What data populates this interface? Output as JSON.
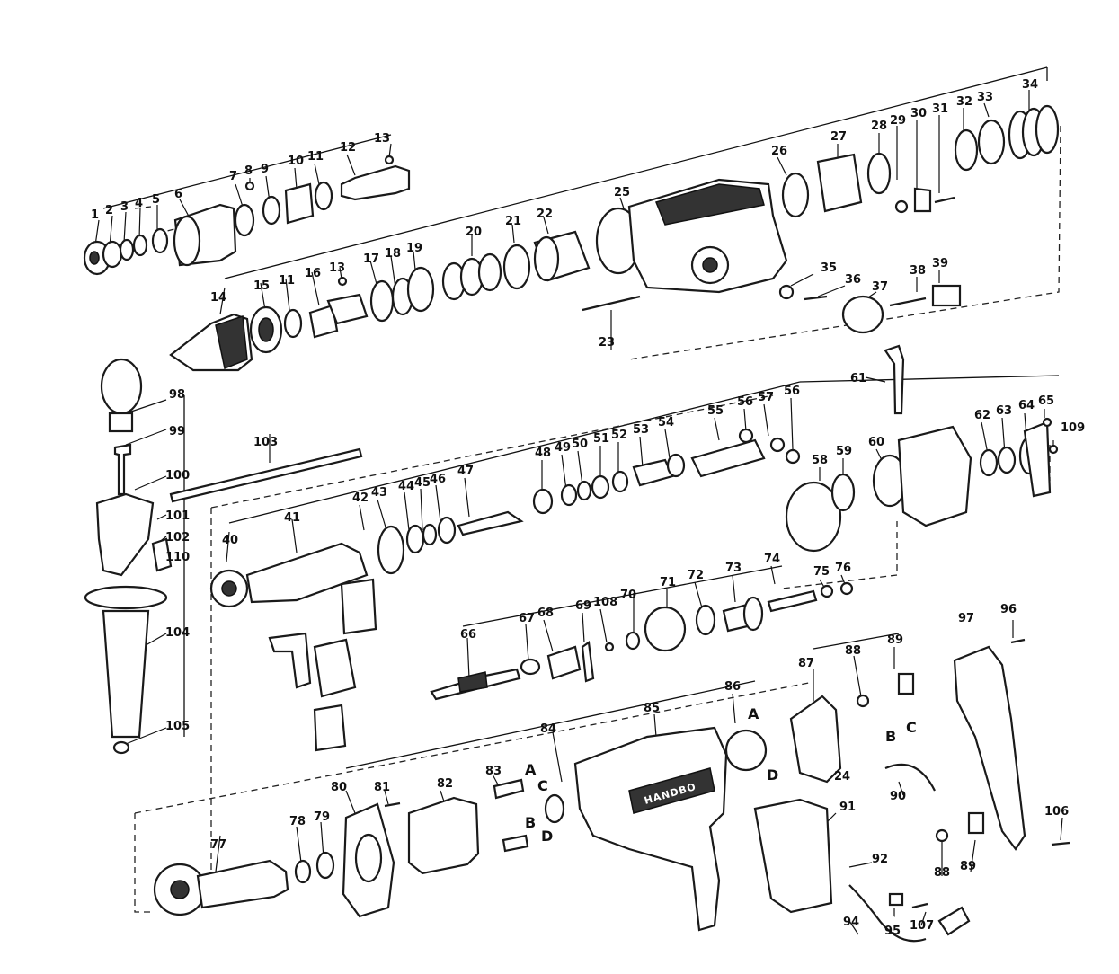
{
  "brand": "HANDBO",
  "callouts": [
    {
      "id": "c1",
      "text": "1"
    },
    {
      "id": "c2",
      "text": "2"
    },
    {
      "id": "c3",
      "text": "3"
    },
    {
      "id": "c4",
      "text": "4"
    },
    {
      "id": "c5",
      "text": "5"
    },
    {
      "id": "c6",
      "text": "6"
    },
    {
      "id": "c7",
      "text": "7"
    },
    {
      "id": "c8",
      "text": "8"
    },
    {
      "id": "c9",
      "text": "9"
    },
    {
      "id": "c10",
      "text": "10"
    },
    {
      "id": "c11",
      "text": "11"
    },
    {
      "id": "c12",
      "text": "12"
    },
    {
      "id": "c13",
      "text": "13"
    },
    {
      "id": "c14",
      "text": "14"
    },
    {
      "id": "c15",
      "text": "15"
    },
    {
      "id": "c11b",
      "text": "11"
    },
    {
      "id": "c16",
      "text": "16"
    },
    {
      "id": "c13b",
      "text": "13"
    },
    {
      "id": "c17",
      "text": "17"
    },
    {
      "id": "c18",
      "text": "18"
    },
    {
      "id": "c19",
      "text": "19"
    },
    {
      "id": "c20",
      "text": "20"
    },
    {
      "id": "c21",
      "text": "21"
    },
    {
      "id": "c22",
      "text": "22"
    },
    {
      "id": "c23",
      "text": "23"
    },
    {
      "id": "c24",
      "text": "24"
    },
    {
      "id": "c25",
      "text": "25"
    },
    {
      "id": "c26",
      "text": "26"
    },
    {
      "id": "c27",
      "text": "27"
    },
    {
      "id": "c28",
      "text": "28"
    },
    {
      "id": "c29",
      "text": "29"
    },
    {
      "id": "c30",
      "text": "30"
    },
    {
      "id": "c31",
      "text": "31"
    },
    {
      "id": "c32",
      "text": "32"
    },
    {
      "id": "c33",
      "text": "33"
    },
    {
      "id": "c34",
      "text": "34"
    },
    {
      "id": "c35",
      "text": "35"
    },
    {
      "id": "c36",
      "text": "36"
    },
    {
      "id": "c37",
      "text": "37"
    },
    {
      "id": "c38",
      "text": "38"
    },
    {
      "id": "c39",
      "text": "39"
    },
    {
      "id": "c40",
      "text": "40"
    },
    {
      "id": "c41",
      "text": "41"
    },
    {
      "id": "c42",
      "text": "42"
    },
    {
      "id": "c43",
      "text": "43"
    },
    {
      "id": "c44",
      "text": "44"
    },
    {
      "id": "c45",
      "text": "45"
    },
    {
      "id": "c46",
      "text": "46"
    },
    {
      "id": "c47",
      "text": "47"
    },
    {
      "id": "c48",
      "text": "48"
    },
    {
      "id": "c49",
      "text": "49"
    },
    {
      "id": "c50",
      "text": "50"
    },
    {
      "id": "c51",
      "text": "51"
    },
    {
      "id": "c52",
      "text": "52"
    },
    {
      "id": "c53",
      "text": "53"
    },
    {
      "id": "c54",
      "text": "54"
    },
    {
      "id": "c55",
      "text": "55"
    },
    {
      "id": "c56",
      "text": "56"
    },
    {
      "id": "c57",
      "text": "57"
    },
    {
      "id": "c56b",
      "text": "56"
    },
    {
      "id": "c58",
      "text": "58"
    },
    {
      "id": "c59",
      "text": "59"
    },
    {
      "id": "c60",
      "text": "60"
    },
    {
      "id": "c61",
      "text": "61"
    },
    {
      "id": "c62",
      "text": "62"
    },
    {
      "id": "c63",
      "text": "63"
    },
    {
      "id": "c64",
      "text": "64"
    },
    {
      "id": "c65",
      "text": "65"
    },
    {
      "id": "c66",
      "text": "66"
    },
    {
      "id": "c67",
      "text": "67"
    },
    {
      "id": "c68",
      "text": "68"
    },
    {
      "id": "c69",
      "text": "69"
    },
    {
      "id": "c108",
      "text": "108"
    },
    {
      "id": "c70",
      "text": "70"
    },
    {
      "id": "c71",
      "text": "71"
    },
    {
      "id": "c72",
      "text": "72"
    },
    {
      "id": "c73",
      "text": "73"
    },
    {
      "id": "c74",
      "text": "74"
    },
    {
      "id": "c75",
      "text": "75"
    },
    {
      "id": "c76",
      "text": "76"
    },
    {
      "id": "c77",
      "text": "77"
    },
    {
      "id": "c78",
      "text": "78"
    },
    {
      "id": "c79",
      "text": "79"
    },
    {
      "id": "c80",
      "text": "80"
    },
    {
      "id": "c81",
      "text": "81"
    },
    {
      "id": "c82",
      "text": "82"
    },
    {
      "id": "c83",
      "text": "83"
    },
    {
      "id": "c84",
      "text": "84"
    },
    {
      "id": "c85",
      "text": "85"
    },
    {
      "id": "c86",
      "text": "86"
    },
    {
      "id": "c87",
      "text": "87"
    },
    {
      "id": "c88",
      "text": "88"
    },
    {
      "id": "c89",
      "text": "89"
    },
    {
      "id": "c88b",
      "text": "88"
    },
    {
      "id": "c89b",
      "text": "89"
    },
    {
      "id": "c90",
      "text": "90"
    },
    {
      "id": "c91",
      "text": "91"
    },
    {
      "id": "c92",
      "text": "92"
    },
    {
      "id": "c94",
      "text": "94"
    },
    {
      "id": "c95",
      "text": "95"
    },
    {
      "id": "c96",
      "text": "96"
    },
    {
      "id": "c97",
      "text": "97"
    },
    {
      "id": "c98",
      "text": "98"
    },
    {
      "id": "c99",
      "text": "99"
    },
    {
      "id": "c100",
      "text": "100"
    },
    {
      "id": "c101",
      "text": "101"
    },
    {
      "id": "c102",
      "text": "102"
    },
    {
      "id": "c110",
      "text": "110"
    },
    {
      "id": "c103",
      "text": "103"
    },
    {
      "id": "c104",
      "text": "104"
    },
    {
      "id": "c105",
      "text": "105"
    },
    {
      "id": "c106",
      "text": "106"
    },
    {
      "id": "c107",
      "text": "107"
    },
    {
      "id": "c109",
      "text": "109"
    }
  ],
  "letters": [
    {
      "id": "lA1",
      "text": "A"
    },
    {
      "id": "lD1",
      "text": "D"
    },
    {
      "id": "lA2",
      "text": "A"
    },
    {
      "id": "lC1",
      "text": "C"
    },
    {
      "id": "lB1",
      "text": "B"
    },
    {
      "id": "lD2",
      "text": "D"
    },
    {
      "id": "lB2",
      "text": "B"
    },
    {
      "id": "lC2",
      "text": "C"
    }
  ]
}
